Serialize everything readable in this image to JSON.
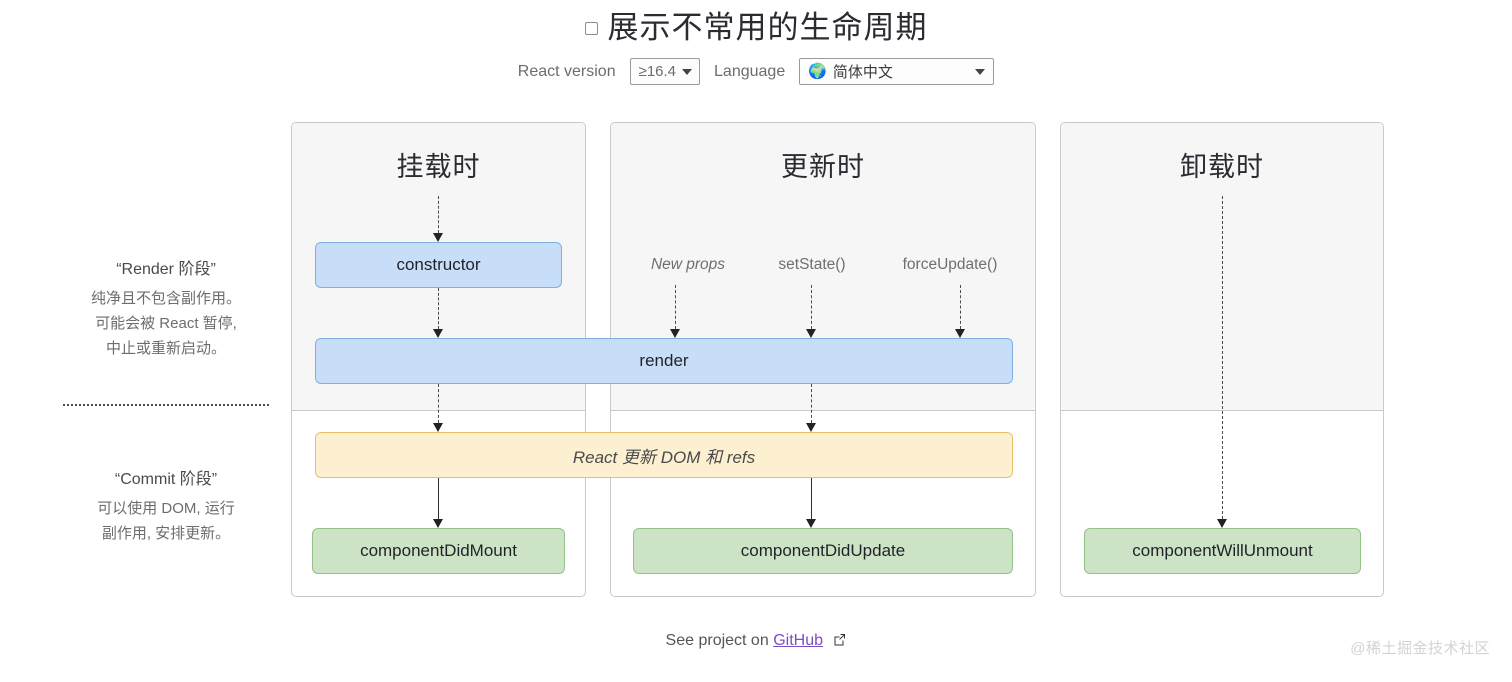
{
  "header": {
    "show_uncommon_label": "展示不常用的生命周期",
    "checkbox_name": "show-uncommon-lifecycle-checkbox",
    "checkbox_checked": false,
    "react_version_label": "React version",
    "react_version_value": "≥16.4",
    "language_label": "Language",
    "language_value": "简体中文",
    "language_icon": "globe-icon"
  },
  "phases": {
    "render": {
      "title": "“Render 阶段”",
      "lines": [
        "纯净且不包含副作用。",
        "可能会被 React 暂停,",
        "中止或重新启动。"
      ]
    },
    "commit": {
      "title": "“Commit 阶段”",
      "lines": [
        "可以使用 DOM, 运行",
        "副作用, 安排更新。"
      ]
    }
  },
  "columns": [
    {
      "id": "mount",
      "title": "挂载时"
    },
    {
      "id": "update",
      "title": "更新时"
    },
    {
      "id": "unmount",
      "title": "卸载时"
    }
  ],
  "triggers": [
    {
      "label": "New props",
      "italic": true
    },
    {
      "label": "setState()",
      "italic": false
    },
    {
      "label": "forceUpdate()",
      "italic": false
    }
  ],
  "nodes": {
    "constructor": "constructor",
    "render": "render",
    "dom_update": "React 更新 DOM 和 refs",
    "did_mount": "componentDidMount",
    "did_update": "componentDidUpdate",
    "will_unmount": "componentWillUnmount"
  },
  "footer": {
    "see_project_on": "See project on",
    "github_link": "GitHub",
    "external_icon": "external-link-icon"
  },
  "watermark": "@稀土掘金技术社区",
  "colors": {
    "blue_fill": "#c8ddf7",
    "blue_border": "#7fb0e2",
    "green_fill": "#cde3c6",
    "green_border": "#93c287",
    "yellow_fill": "#fcf0d0",
    "yellow_border": "#e9bf6c",
    "render_zone_bg": "#f6f6f6",
    "link": "#7a4fc4"
  }
}
